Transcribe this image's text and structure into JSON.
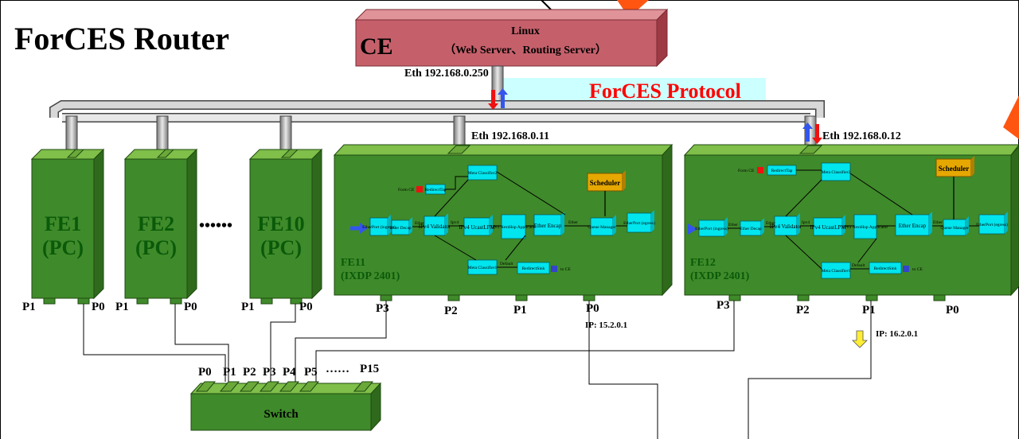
{
  "title": "ForCES Router",
  "ce": {
    "label": "CE",
    "os": "Linux",
    "servers": "（Web Server、Routing Server）",
    "eth": "Eth  192.168.0.250"
  },
  "protocol": "ForCES Protocol",
  "pcs": [
    {
      "name": "FE1",
      "sub": "(PC)"
    },
    {
      "name": "FE2",
      "sub": "(PC)"
    },
    {
      "name": "FE10",
      "sub": "(PC)"
    }
  ],
  "dots": "••••••",
  "ports": {
    "p0": "P0",
    "p1": "P1",
    "p2": "P2",
    "p3": "P3"
  },
  "fe11": {
    "name": "FE11",
    "model": "(IXDP 2401)",
    "eth": "Eth 192.168.0.11",
    "ip": "IP: 15.2.0.1"
  },
  "fe12": {
    "name": "FE12",
    "model": "(IXDP 2401)",
    "eth": "Eth 192.168.0.12",
    "ip": "IP: 16.2.0.1"
  },
  "switch": {
    "label": "Switch",
    "ports": [
      "P0",
      "P1",
      "P2",
      "P3",
      "P4",
      "P5"
    ],
    "ellipsis": "……",
    "last": "P15"
  },
  "lfb": {
    "form_ce": "Form CE",
    "redirect_tap": "RedirectTap",
    "meta_classifier2": "Meta Classifier2",
    "meta_classifier1": "Meta Classifier1",
    "scheduler": "Scheduler",
    "etherport_in": "EtherPort (ingress)",
    "ether_decap": "Ether Decap",
    "ipv4_validator": "IPv4 Validator",
    "ipv4_ucastlpm": "IPv4 UcastLPM",
    "ipv4_nexthop": "IPv4 NextHop Applicator",
    "ether_encap": "Ether Encap",
    "queue_manager": "Queue Manager",
    "etherport_out": "EtherPort (egress)",
    "redirect_sink": "RedirectSink",
    "to_ce": "to CE",
    "ether": "Ether",
    "ipv4": "Ipv4",
    "default": "Default"
  },
  "colors": {
    "fe_green": "#3f8a2a",
    "ce_red": "#c5606b",
    "protocol_bg": "#ccffff",
    "protocol_text": "#ff0000",
    "lfb_cyan": "#00e5ee",
    "scheduler": "#e6a800"
  }
}
